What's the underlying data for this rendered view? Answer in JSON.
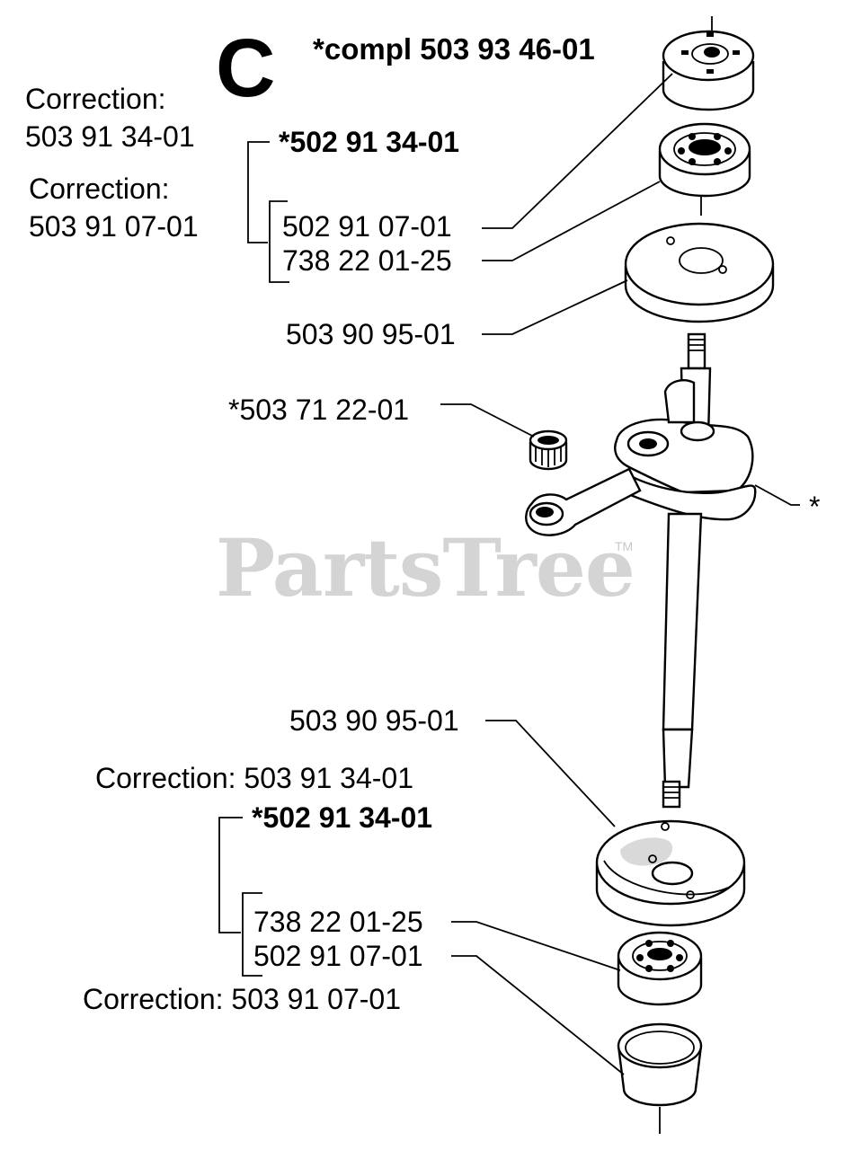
{
  "diagram": {
    "section_letter": "C",
    "watermark": "PartsTree",
    "watermark_tm": "TM",
    "top": {
      "kit_label": "*compl 503 93 46-01",
      "correction_label_1": "Correction:",
      "correction_value_1": "503 91 34-01",
      "correction_label_2": "Correction:",
      "correction_value_2": "503 91 07-01",
      "group_label": "*502 91 34-01",
      "seal_part": "502 91 07-01",
      "bearing_part": "738 22 01-25",
      "plate_part": "503 90 95-01"
    },
    "middle": {
      "needle_bearing_part": "*503 71 22-01",
      "crank_marker": "*"
    },
    "bottom": {
      "plate_part": "503 90 95-01",
      "correction_top": "Correction: 503 91 34-01",
      "group_label": "*502 91 34-01",
      "bearing_part": "738 22 01-25",
      "seal_part": "502 91 07-01",
      "correction_bottom": "Correction: 503 91 07-01"
    }
  }
}
